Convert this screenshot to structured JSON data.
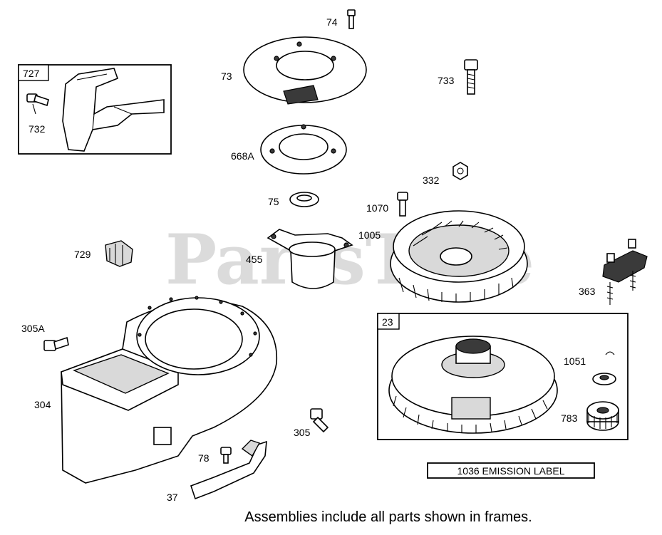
{
  "watermark": "PartsTree",
  "frames": {
    "frame_727": "727",
    "frame_23": "23"
  },
  "labels": {
    "p74": "74",
    "p73": "73",
    "p733": "733",
    "p727": "727",
    "p732": "732",
    "p668A": "668A",
    "p332": "332",
    "p75": "75",
    "p1070": "1070",
    "p1005": "1005",
    "p455": "455",
    "p729": "729",
    "p363": "363",
    "p305A": "305A",
    "p23": "23",
    "p1051": "1051",
    "p304": "304",
    "p783": "783",
    "p305": "305",
    "p78": "78",
    "p37": "37"
  },
  "emission_label": "1036 EMISSION LABEL",
  "footer_note": "Assemblies include all parts shown in frames."
}
